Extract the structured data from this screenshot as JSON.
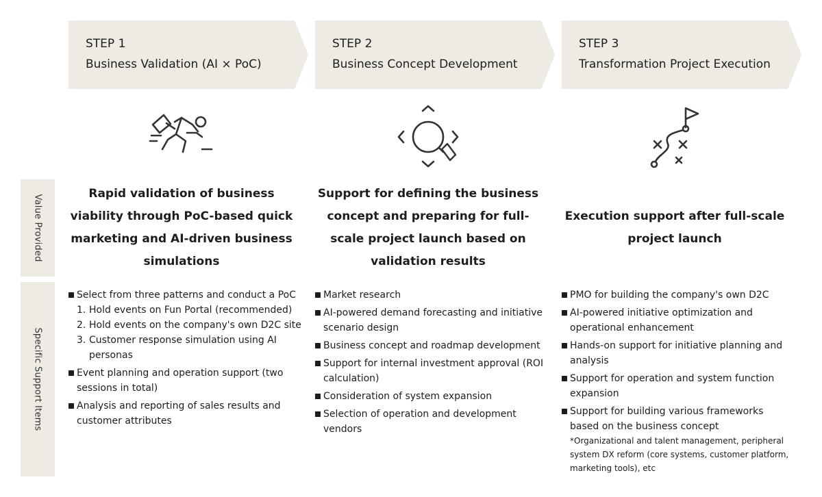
{
  "sidebar": {
    "value_label": "Value Provided",
    "support_label": "Specific Support Items"
  },
  "colors": {
    "panel": "#eeebe4",
    "text": "#1d1d1d"
  },
  "steps": [
    {
      "number": "STEP 1",
      "title": "Business Validation (AI × PoC)",
      "icon": "running-businessman-icon",
      "value": "Rapid validation of business viability through PoC-based quick marketing and AI-driven business simulations",
      "items": [
        "Select from three patterns and conduct a PoC",
        "Event planning and operation support (two sessions in total)",
        "Analysis and reporting of sales results and customer attributes"
      ],
      "sub_items": [
        {
          "num": "1.",
          "text": "Hold events on Fun Portal (recommended)"
        },
        {
          "num": "2.",
          "text": "Hold events on the company's own D2C site"
        },
        {
          "num": "3.",
          "text": "Customer response simulation using AI personas"
        }
      ]
    },
    {
      "number": "STEP 2",
      "title": "Business Concept Development",
      "icon": "magnifier-arrows-icon",
      "value": "Support for defining the business concept and preparing for full-scale project launch based on validation results",
      "items": [
        "Market research",
        "AI-powered demand forecasting and initiative scenario design",
        "Business concept and roadmap development",
        "Support for internal investment approval (ROI calculation)",
        "Consideration of system expansion",
        "Selection of operation and development vendors"
      ]
    },
    {
      "number": "STEP 3",
      "title": "Transformation Project Execution",
      "icon": "strategy-flag-path-icon",
      "value": "Execution support after full-scale project launch",
      "items": [
        "PMO for building the company's own D2C",
        "AI-powered initiative optimization and operational enhancement",
        "Hands-on support for initiative planning and analysis",
        "Support for operation and system function expansion",
        "Support for building various frameworks based on the business concept"
      ],
      "note": "*Organizational and talent management, peripheral system DX reform (core systems, customer platform, marketing tools), etc"
    }
  ]
}
